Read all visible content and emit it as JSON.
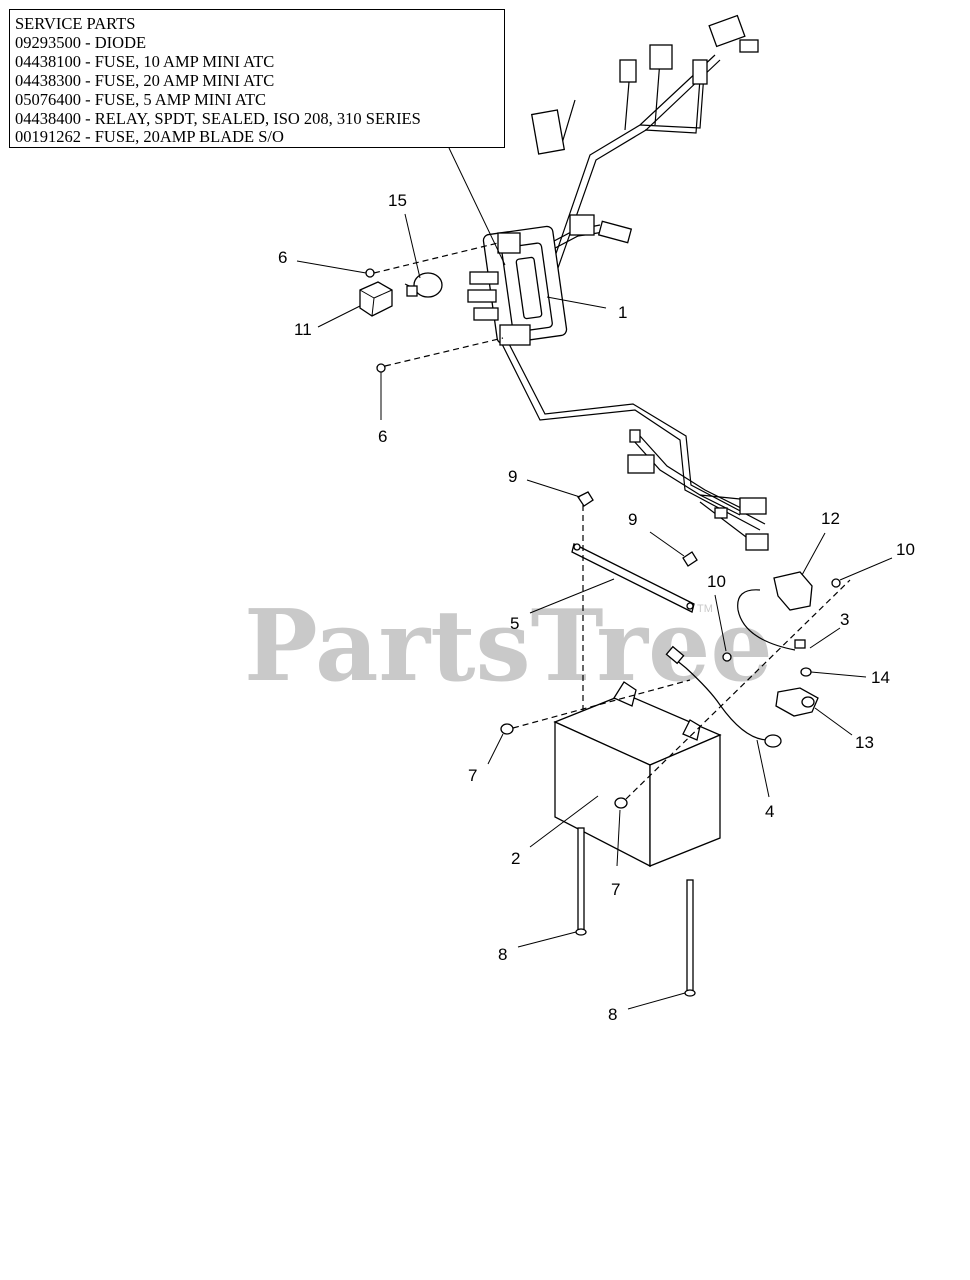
{
  "service_parts": {
    "title": "SERVICE PARTS",
    "items": [
      "09293500 - DIODE",
      "04438100 - FUSE, 10 AMP MINI ATC",
      "04438300 - FUSE, 20 AMP MINI ATC",
      "05076400 - FUSE, 5   AMP MINI ATC",
      "04438400 - RELAY, SPDT, SEALED, ISO 208, 310 SERIES",
      "00191262 - FUSE, 20AMP BLADE S/O"
    ]
  },
  "watermark": {
    "text": "PartsTree",
    "trademark": "TM"
  },
  "callouts": {
    "c1": "1",
    "c2": "2",
    "c3": "3",
    "c4": "4",
    "c5": "5",
    "c6a": "6",
    "c6b": "6",
    "c7a": "7",
    "c7b": "7",
    "c8a": "8",
    "c8b": "8",
    "c9a": "9",
    "c9b": "9",
    "c10a": "10",
    "c10b": "10",
    "c11": "11",
    "c12": "12",
    "c13": "13",
    "c14": "14",
    "c15": "15"
  }
}
